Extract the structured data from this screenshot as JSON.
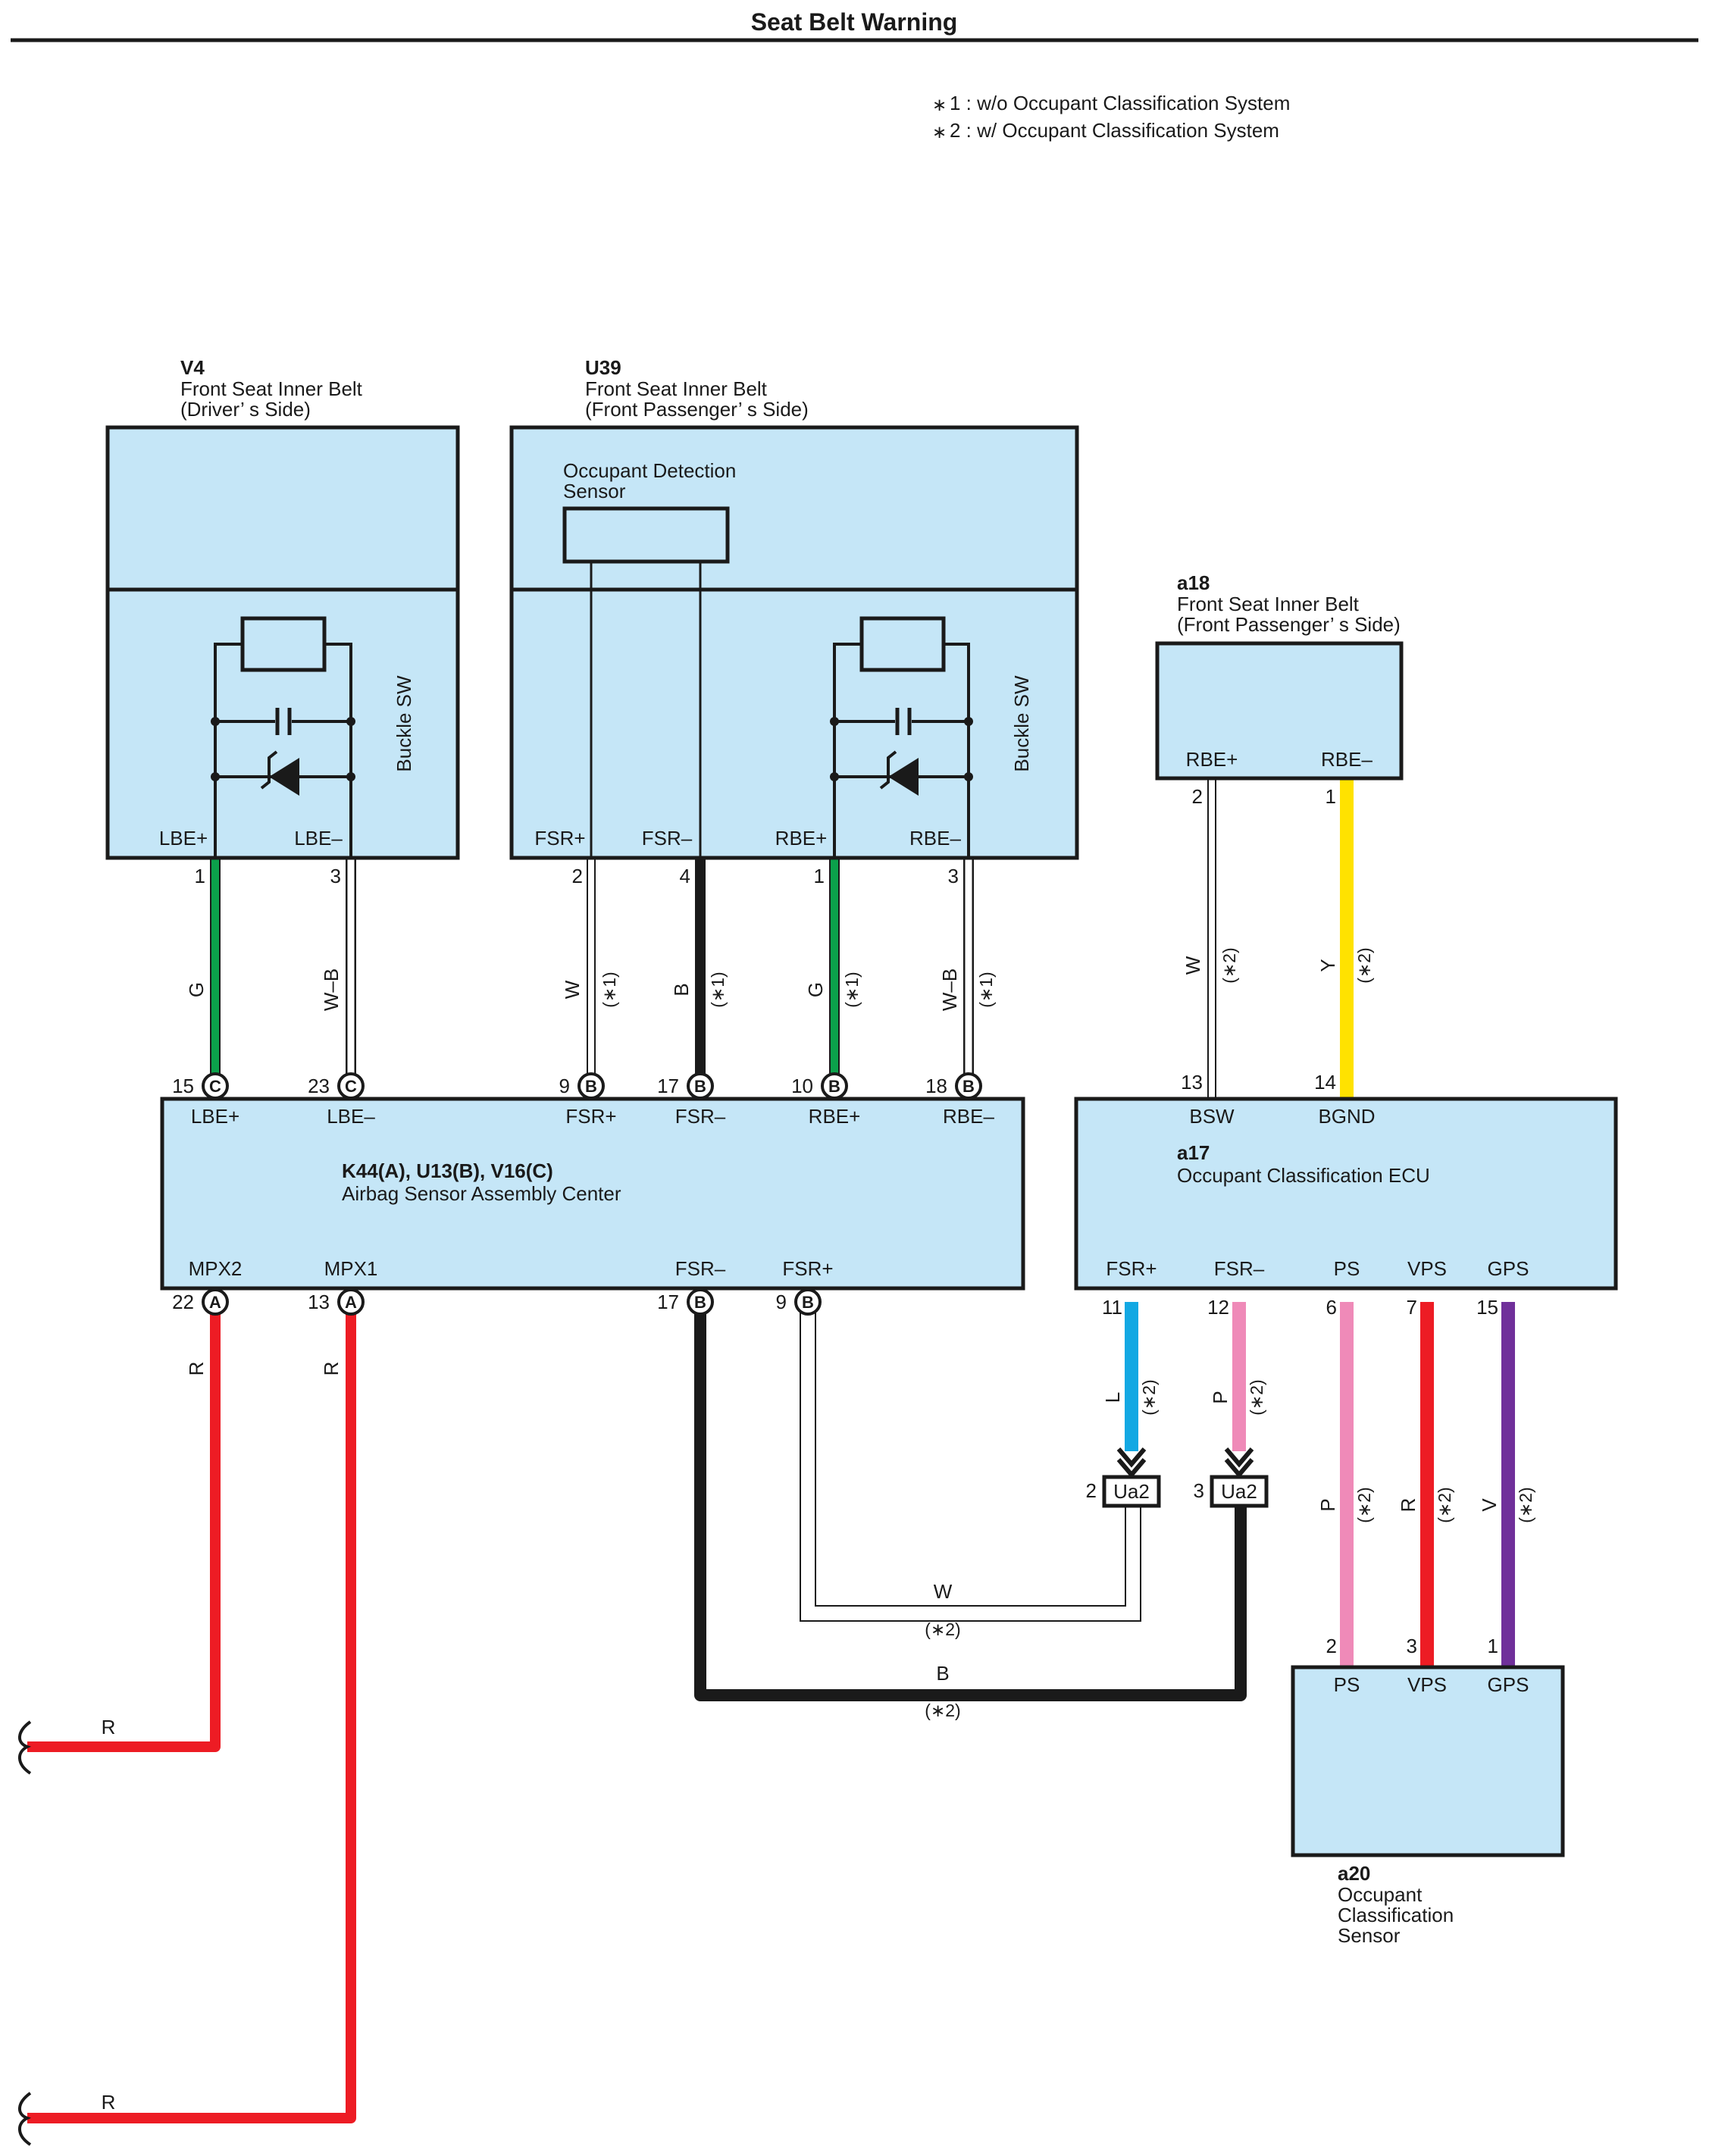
{
  "title": "Seat Belt Warning",
  "notes": [
    "1 : w/o Occupant Classification System",
    "2 : w/ Occupant Classification System"
  ],
  "components": {
    "v4": {
      "id": "V4",
      "name_l1": "Front Seat Inner Belt",
      "name_l2": "(Driver’ s Side)",
      "sw_label": "Buckle SW",
      "pin1": "LBE+",
      "pin2": "LBE–"
    },
    "u39": {
      "id": "U39",
      "name_l1": "Front Seat Inner Belt",
      "name_l2": "(Front Passenger’ s Side)",
      "sensor_l1": "Occupant Detection",
      "sensor_l2": "Sensor",
      "sw_label": "Buckle SW",
      "pins": [
        "FSR+",
        "FSR–",
        "RBE+",
        "RBE–"
      ]
    },
    "a18": {
      "id": "a18",
      "name_l1": "Front Seat Inner Belt",
      "name_l2": "(Front Passenger’ s Side)",
      "pins": [
        "RBE+",
        "RBE–"
      ]
    },
    "airbag": {
      "id": "K44(A), U13(B), V16(C)",
      "name": "Airbag Sensor Assembly Center",
      "top_pins": [
        "LBE+",
        "LBE–",
        "FSR+",
        "FSR–",
        "RBE+",
        "RBE–"
      ],
      "bottom_pins": [
        "MPX2",
        "MPX1",
        "FSR–",
        "FSR+"
      ]
    },
    "a17": {
      "id": "a17",
      "name": "Occupant Classification ECU",
      "top_pins": [
        "BSW",
        "BGND"
      ],
      "bottom_pins": [
        "FSR+",
        "FSR–",
        "PS",
        "VPS",
        "GPS"
      ]
    },
    "a20": {
      "id": "a20",
      "name_l1": "Occupant",
      "name_l2": "Classification",
      "name_l3": "Sensor",
      "pins": [
        "PS",
        "VPS",
        "GPS"
      ]
    }
  },
  "connector": {
    "name": "Ua2"
  },
  "pin_numbers": {
    "v4": [
      "1",
      "3"
    ],
    "u39": [
      "2",
      "4",
      "1",
      "3"
    ],
    "a18": [
      "2",
      "1"
    ],
    "airbag_top": [
      "15",
      "23",
      "9",
      "17",
      "10",
      "18"
    ],
    "airbag_top_letters": [
      "C",
      "C",
      "B",
      "B",
      "B",
      "B"
    ],
    "a17_top": [
      "13",
      "14"
    ],
    "airbag_bottom": [
      "22",
      "13",
      "17",
      "9"
    ],
    "airbag_bottom_letters": [
      "A",
      "A",
      "B",
      "B"
    ],
    "a17_bottom": [
      "11",
      "12",
      "6",
      "7",
      "15"
    ],
    "ua2": [
      "2",
      "3"
    ],
    "a20": [
      "2",
      "3",
      "1"
    ]
  },
  "wires": {
    "g": "G",
    "wb": "W–B",
    "w": "W",
    "b": "B",
    "y": "Y",
    "r": "R",
    "l": "L",
    "p": "P",
    "v": "V",
    "note1": "(∗1)",
    "note2": "(∗2)"
  },
  "colors": {
    "box_fill": "#c5e6f7",
    "green": "#0ba14b",
    "red": "#ed1c24",
    "yellow": "#ffe200",
    "blue": "#12a8e3",
    "pink": "#ef8ab8",
    "purple": "#70309a",
    "black": "#1a1a1a",
    "white": "#ffffff"
  }
}
